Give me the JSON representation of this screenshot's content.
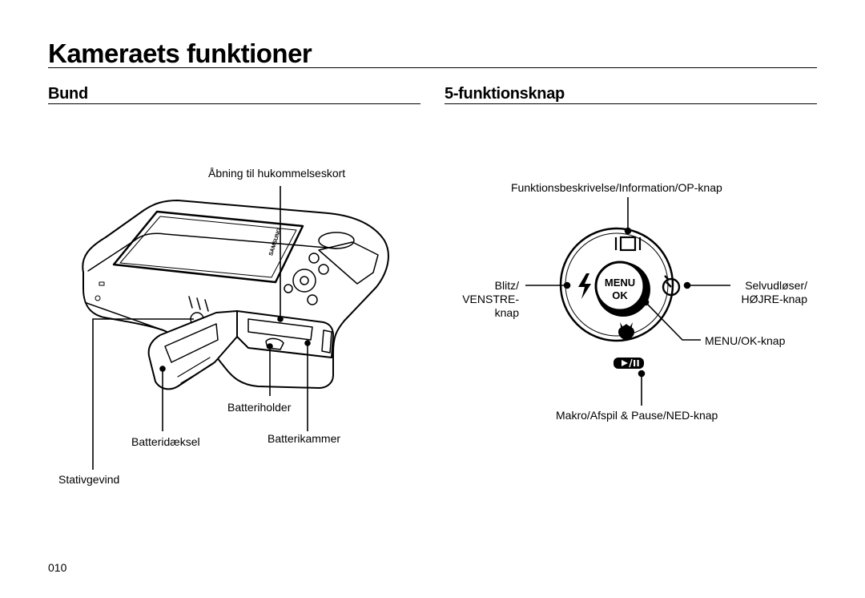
{
  "page": {
    "title": "Kameraets funktioner",
    "page_number": "010"
  },
  "bottom_section": {
    "heading": "Bund",
    "labels": {
      "memory_card_opening": "Åbning til hukommelseskort",
      "battery_holder": "Batteriholder",
      "battery_cover": "Batteridæksel",
      "battery_chamber": "Batterikammer",
      "tripod_socket": "Stativgevind"
    },
    "camera_brand_text": "SAMSUNG"
  },
  "five_function_section": {
    "heading": "5-funktionsknap",
    "labels": {
      "function_info_op": "Funktionsbeskrivelse/Information/OP-knap",
      "flash_left_line1": "Blitz/",
      "flash_left_line2": "VENSTRE-",
      "flash_left_line3": "knap",
      "timer_right_line1": "Selvudløser/",
      "timer_right_line2": "HØJRE-knap",
      "menu_ok": "MENU/OK-knap",
      "macro_play_down": "Makro/Afspil & Pause/NED-knap"
    },
    "button_text": {
      "menu": "MENU",
      "ok": "OK"
    }
  }
}
